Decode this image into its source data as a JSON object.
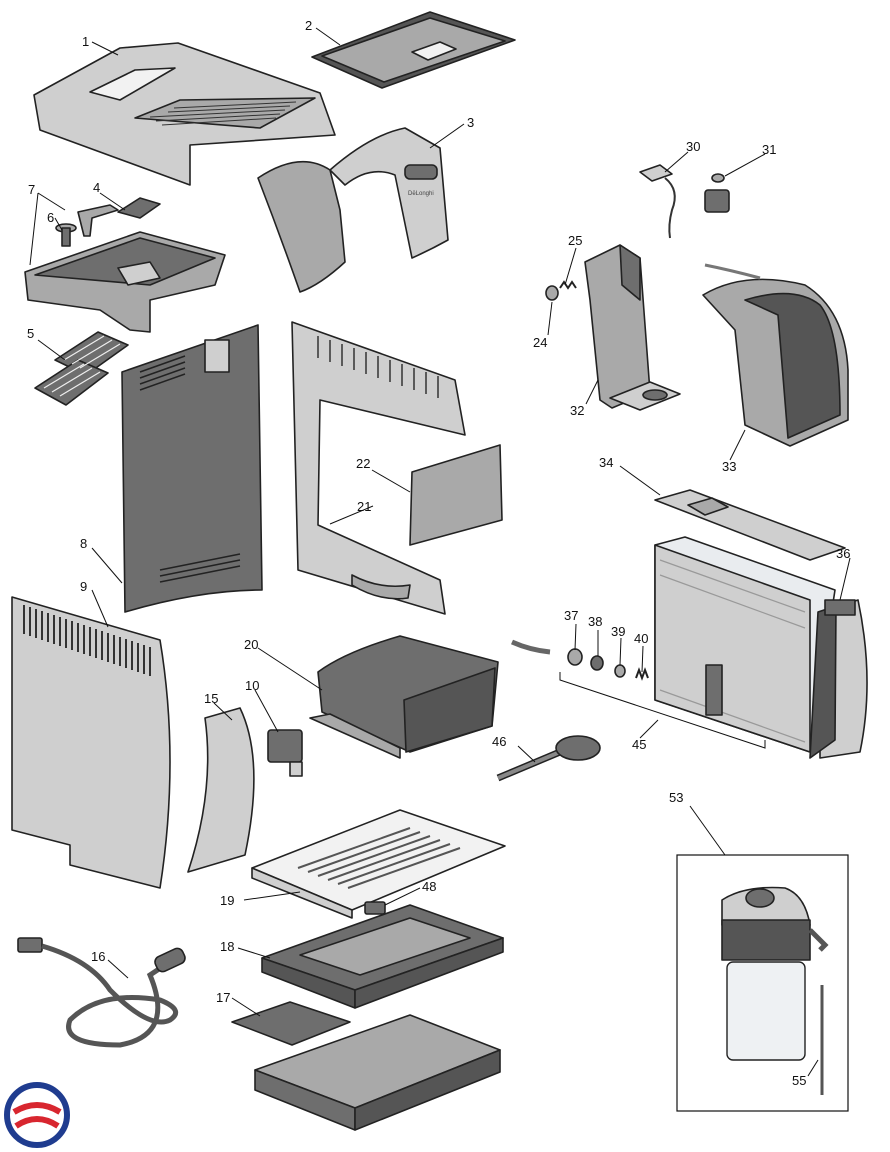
{
  "diagram": {
    "brand_text": "DēLonghi",
    "labels": {
      "p1": "1",
      "p2": "2",
      "p3": "3",
      "p4": "4",
      "p5": "5",
      "p6": "6",
      "p7": "7",
      "p8": "8",
      "p9": "9",
      "p10": "10",
      "p15": "15",
      "p16": "16",
      "p17": "17",
      "p18": "18",
      "p19": "19",
      "p20": "20",
      "p21": "21",
      "p22": "22",
      "p24": "24",
      "p25": "25",
      "p30": "30",
      "p31": "31",
      "p32": "32",
      "p33": "33",
      "p34": "34",
      "p36": "36",
      "p37": "37",
      "p38": "38",
      "p39": "39",
      "p40": "40",
      "p45": "45",
      "p46": "46",
      "p48": "48",
      "p53": "53",
      "p55": "55"
    },
    "logo_colors": {
      "blue": "#1f3c8f",
      "red": "#d8262f"
    }
  }
}
